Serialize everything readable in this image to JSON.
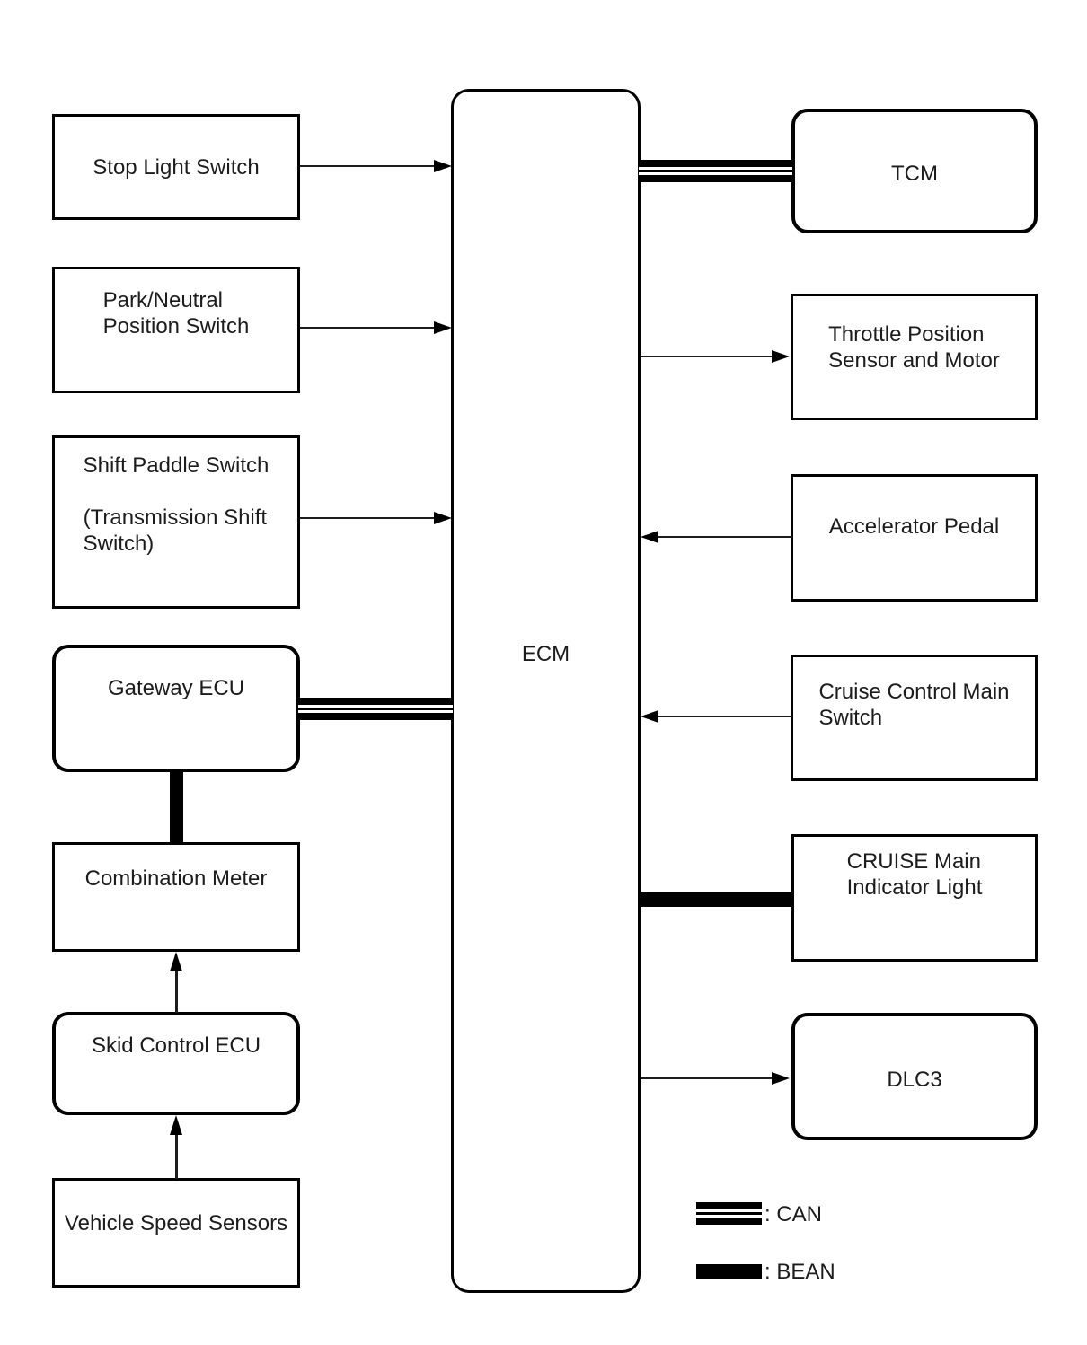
{
  "ecm": {
    "label": "ECM"
  },
  "left_column": [
    {
      "id": "stop_light_switch",
      "label": "Stop Light Switch",
      "shape": "rect"
    },
    {
      "id": "park_neutral_position_switch",
      "label": "Park/Neutral\nPosition Switch",
      "shape": "rect"
    },
    {
      "id": "shift_paddle_switch",
      "label": "Shift Paddle Switch\n\n(Transmission Shift\nSwitch)",
      "shape": "rect"
    },
    {
      "id": "gateway_ecu",
      "label": "Gateway ECU",
      "shape": "rounded"
    },
    {
      "id": "combination_meter",
      "label": "Combination Meter",
      "shape": "rect"
    },
    {
      "id": "skid_control_ecu",
      "label": "Skid Control ECU",
      "shape": "rounded"
    },
    {
      "id": "vehicle_speed_sensors",
      "label": "Vehicle Speed Sensors",
      "shape": "rect"
    }
  ],
  "right_column": [
    {
      "id": "tcm",
      "label": "TCM",
      "shape": "rounded"
    },
    {
      "id": "throttle_position_sensor_and_motor",
      "label": "Throttle Position\nSensor and Motor",
      "shape": "rect"
    },
    {
      "id": "accelerator_pedal",
      "label": "Accelerator Pedal",
      "shape": "rect"
    },
    {
      "id": "cruise_control_main_switch",
      "label": "Cruise Control Main\nSwitch",
      "shape": "rect"
    },
    {
      "id": "cruise_main_indicator_light",
      "label": "CRUISE Main\nIndicator Light",
      "shape": "rect"
    },
    {
      "id": "dlc3",
      "label": "DLC3",
      "shape": "rounded"
    }
  ],
  "connections": [
    {
      "from": "stop_light_switch",
      "to": "ecm",
      "style": "arrow"
    },
    {
      "from": "park_neutral_position_switch",
      "to": "ecm",
      "style": "arrow"
    },
    {
      "from": "shift_paddle_switch",
      "to": "ecm",
      "style": "arrow"
    },
    {
      "from": "gateway_ecu",
      "to": "ecm",
      "style": "can"
    },
    {
      "from": "gateway_ecu",
      "to": "combination_meter",
      "style": "bean"
    },
    {
      "from": "skid_control_ecu",
      "to": "combination_meter",
      "style": "arrow"
    },
    {
      "from": "vehicle_speed_sensors",
      "to": "skid_control_ecu",
      "style": "arrow"
    },
    {
      "from": "ecm",
      "to": "tcm",
      "style": "can"
    },
    {
      "from": "ecm",
      "to": "throttle_position_sensor_and_motor",
      "style": "arrow"
    },
    {
      "from": "accelerator_pedal",
      "to": "ecm",
      "style": "arrow"
    },
    {
      "from": "cruise_control_main_switch",
      "to": "ecm",
      "style": "arrow"
    },
    {
      "from": "ecm",
      "to": "cruise_main_indicator_light",
      "style": "bean"
    },
    {
      "from": "ecm",
      "to": "dlc3",
      "style": "arrow"
    }
  ],
  "legend": {
    "can_label": ": CAN",
    "bean_label": ": BEAN"
  },
  "colors": {
    "line": "#000000",
    "background": "#ffffff",
    "box_fill": "#ffffff"
  }
}
